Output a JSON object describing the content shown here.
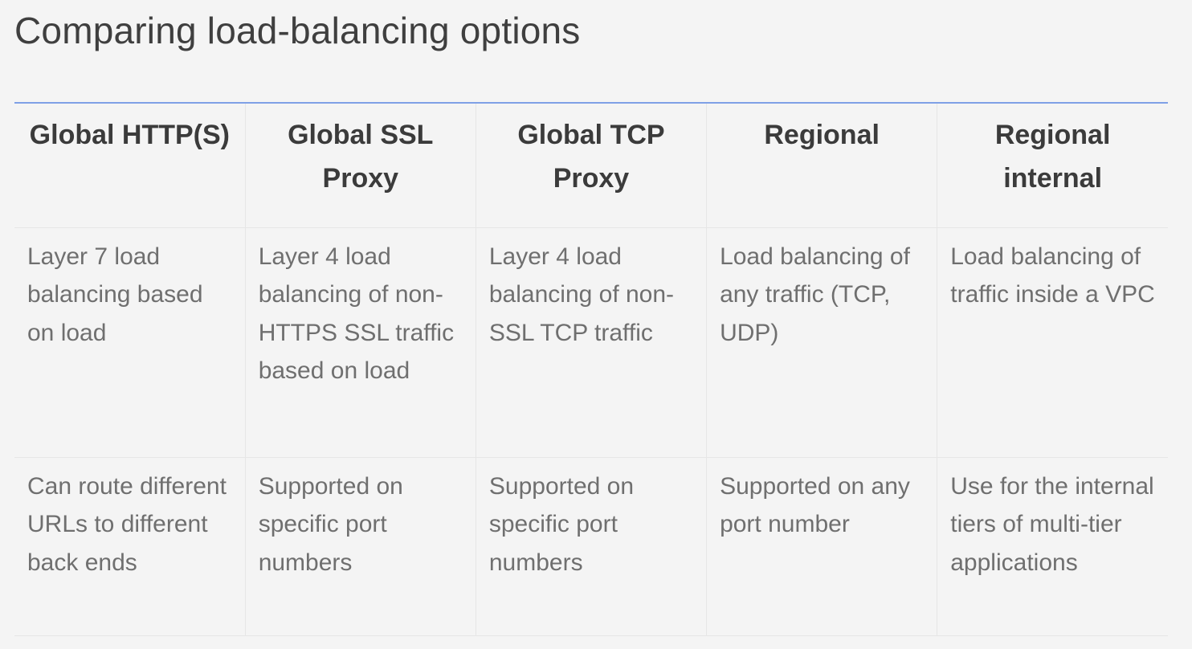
{
  "title": "Comparing load-balancing options",
  "table": {
    "columns": [
      {
        "header": "Global HTTP(S)",
        "description": "Layer 7 load balancing based on load",
        "usage": "Can route different URLs to different back ends"
      },
      {
        "header": "Global SSL Proxy",
        "description": "Layer 4 load balancing of non-HTTPS SSL traffic based on load",
        "usage": "Supported on specific port numbers"
      },
      {
        "header": "Global TCP Proxy",
        "description": "Layer 4 load balancing of non-SSL TCP traffic",
        "usage": "Supported on specific port numbers"
      },
      {
        "header": "Regional",
        "description": "Load balancing of any traffic (TCP, UDP)",
        "usage": "Supported on any port number"
      },
      {
        "header": "Regional internal",
        "description": "Load balancing of traffic inside a VPC",
        "usage": "Use for the internal tiers of multi-tier applications"
      }
    ]
  },
  "colors": {
    "title_text": "#3f3f3f",
    "header_text": "#3b3b3b",
    "body_text": "#6f6f6f",
    "accent_rule": "#7fa0e6",
    "background": "#f4f4f4",
    "grid_lines": "#e6e6e6"
  }
}
